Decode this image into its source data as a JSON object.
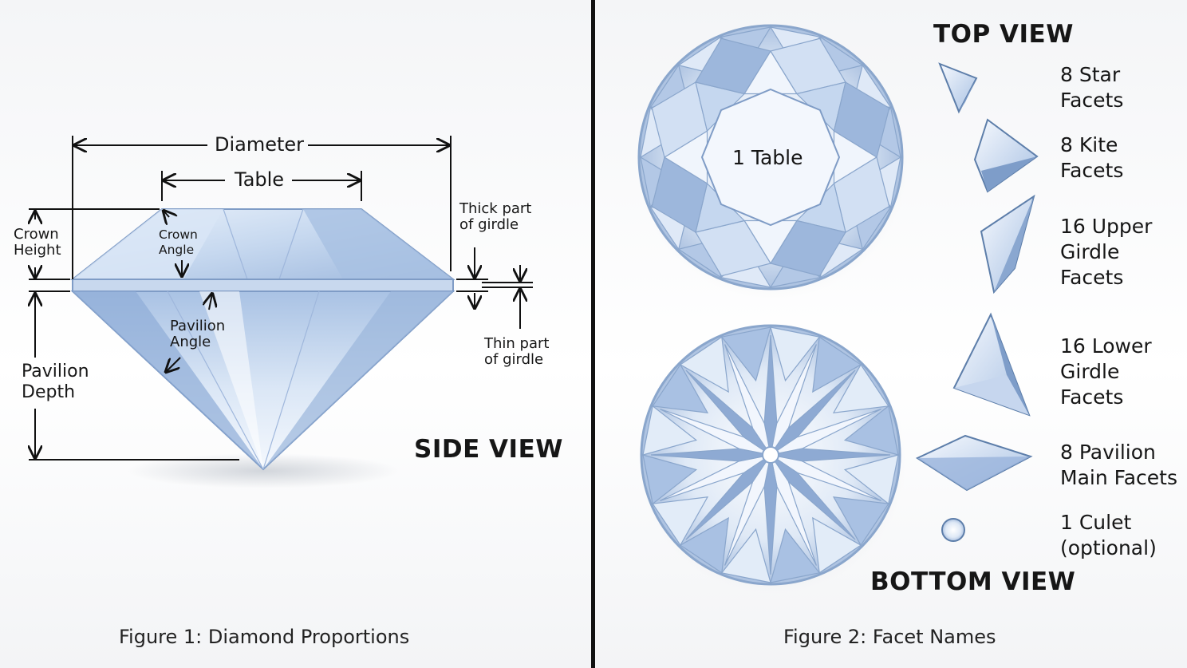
{
  "side_view": {
    "title": "SIDE VIEW",
    "labels": {
      "diameter": "Diameter",
      "table": "Table",
      "crown_height": "Crown\nHeight",
      "crown_angle": "Crown\nAngle",
      "pavilion_angle": "Pavilion\nAngle",
      "pavilion_depth": "Pavilion\nDepth",
      "thick_girdle": "Thick part\nof girdle",
      "thin_girdle": "Thin part\nof girdle"
    },
    "caption": "Figure 1:   Diamond Proportions"
  },
  "top_view": {
    "title": "TOP VIEW",
    "table_label": "1 Table"
  },
  "bottom_view": {
    "title": "BOTTOM VIEW"
  },
  "facets": [
    {
      "name": "8 Star\nFacets",
      "icon": "star-facet-icon"
    },
    {
      "name": "8 Kite\nFacets",
      "icon": "kite-facet-icon"
    },
    {
      "name": "16 Upper\nGirdle\nFacets",
      "icon": "upper-girdle-facet-icon"
    },
    {
      "name": "16 Lower\nGirdle\nFacets",
      "icon": "lower-girdle-facet-icon"
    },
    {
      "name": "8 Pavilion\nMain Facets",
      "icon": "pavilion-main-facet-icon"
    },
    {
      "name": "1 Culet\n(optional)",
      "icon": "culet-icon"
    }
  ],
  "caption_right": "Figure 2:  Facet Names",
  "colors": {
    "divider": "#111111",
    "gem_light": "#eef4fc",
    "gem_mid": "#b9cde8",
    "gem_dark": "#6f8fbd",
    "rim": "#8aa6cc"
  }
}
